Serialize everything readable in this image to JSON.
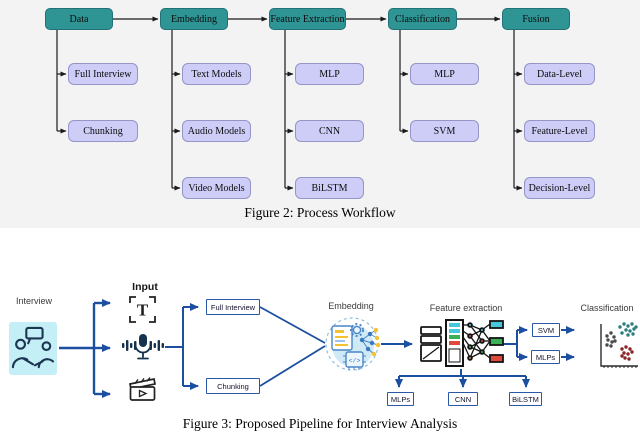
{
  "figure2": {
    "caption": "Figure 2: Process Workflow",
    "columns": [
      {
        "header": "Data",
        "children": [
          "Full Interview",
          "Chunking"
        ]
      },
      {
        "header": "Embedding",
        "children": [
          "Text Models",
          "Audio Models",
          "Video Models"
        ]
      },
      {
        "header": "Feature Extraction",
        "children": [
          "MLP",
          "CNN",
          "BiLSTM"
        ]
      },
      {
        "header": "Classification",
        "children": [
          "MLP",
          "SVM"
        ]
      },
      {
        "header": "Fusion",
        "children": [
          "Data-Level",
          "Feature-Level",
          "Decision-Level"
        ]
      }
    ],
    "colors": {
      "header_fill": "#2e9494",
      "child_fill": "#cdcdf8",
      "background": "#f3f3f4",
      "connector": "#1a1a1a"
    }
  },
  "figure3": {
    "caption": "Figure 3: Proposed Pipeline for Interview Analysis",
    "labels": {
      "interview": "Interview",
      "input": "Input",
      "embedding": "Embedding",
      "feature_extraction": "Feature extraction",
      "classification": "Classification"
    },
    "boxes": {
      "full_interview": "Full Interview",
      "chunking": "Chunking",
      "svm": "SVM",
      "mlps_right": "MLPs",
      "mlps_bottom": "MLPs",
      "cnn": "CNN",
      "bilstm": "BiLSTM"
    },
    "icons": {
      "interview_people": "interview-people-icon",
      "text_input": "text-input-icon",
      "text_glyph": "T",
      "microphone": "microphone-icon",
      "video_clapper": "video-clapper-icon",
      "embedding": "embedding-icon",
      "embedding_chip_glyph": "</>",
      "feature_network": "feature-extraction-network-icon",
      "scatter": "scatter-plot-icon"
    },
    "colors": {
      "accent_blue": "#1c4fa0",
      "cyan_box": "#c5eff6",
      "scatter_teal": "#2e7d7d",
      "scatter_red": "#8b2424",
      "scatter_gray": "#4a4a4a",
      "bar_cyan": "#46c8dc",
      "bar_green": "#3cb054",
      "bar_red": "#e0483c"
    }
  }
}
